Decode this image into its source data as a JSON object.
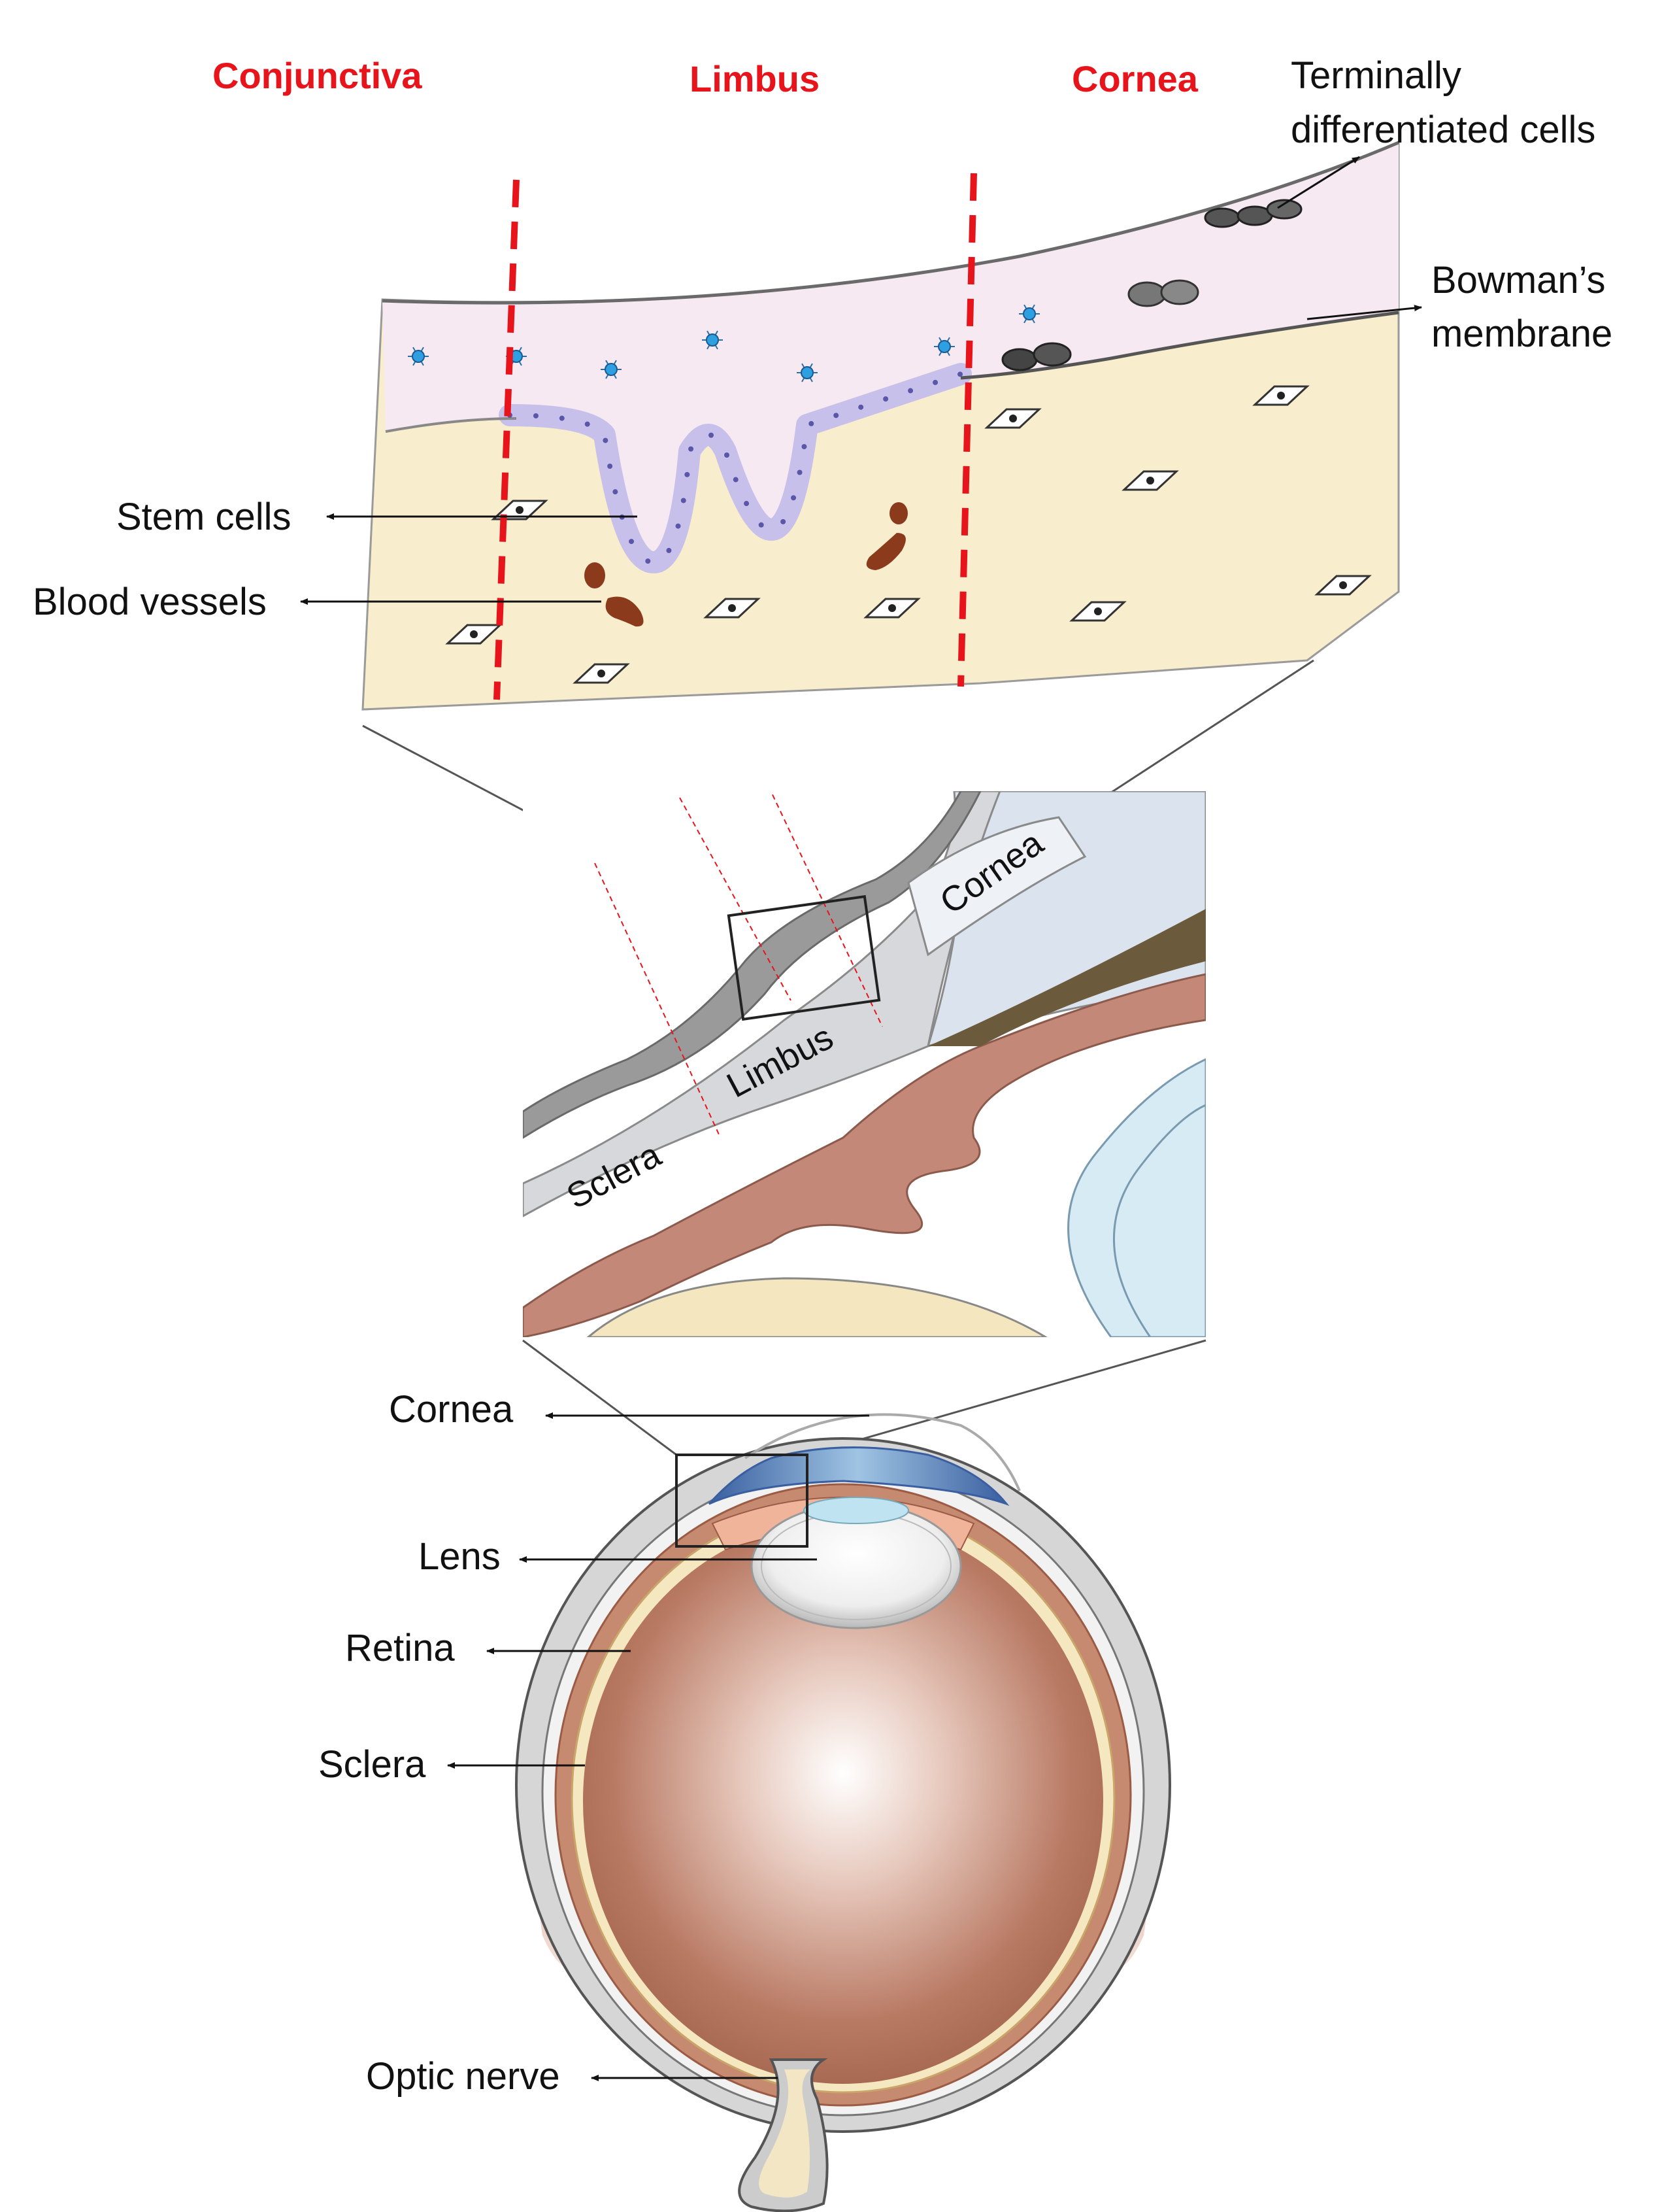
{
  "zones": {
    "conjunctiva": "Conjunctiva",
    "limbus": "Limbus",
    "cornea": "Cornea"
  },
  "callouts": {
    "terminally_line1": "Terminally",
    "terminally_line2": "differentiated cells",
    "bowman_line1": "Bowman’s",
    "bowman_line2": "membrane",
    "stem_cells": "Stem cells",
    "blood_vessels": "Blood vessels"
  },
  "middle_labels": {
    "cornea": "Cornea",
    "limbus": "Limbus",
    "sclera": "Sclera"
  },
  "eye_labels": {
    "cornea": "Cornea",
    "lens": "Lens",
    "retina": "Retina",
    "sclera": "Sclera",
    "optic_nerve": "Optic nerve"
  },
  "colors": {
    "zone_red": "#e8141c",
    "epithelium_pink": "#f6e9f1",
    "stroma_cream": "#f8edcc",
    "stem_layer": "#c9c3ea",
    "vessel_brown": "#8b3a1c",
    "iris_brown": "#c48878",
    "sclera_gray": "#d7d8dc",
    "cornea_blue": "#dbe4ee",
    "lens_blue": "#d7ebf5",
    "choroid": "#c58a70",
    "eye_interior": "#b5705a"
  }
}
